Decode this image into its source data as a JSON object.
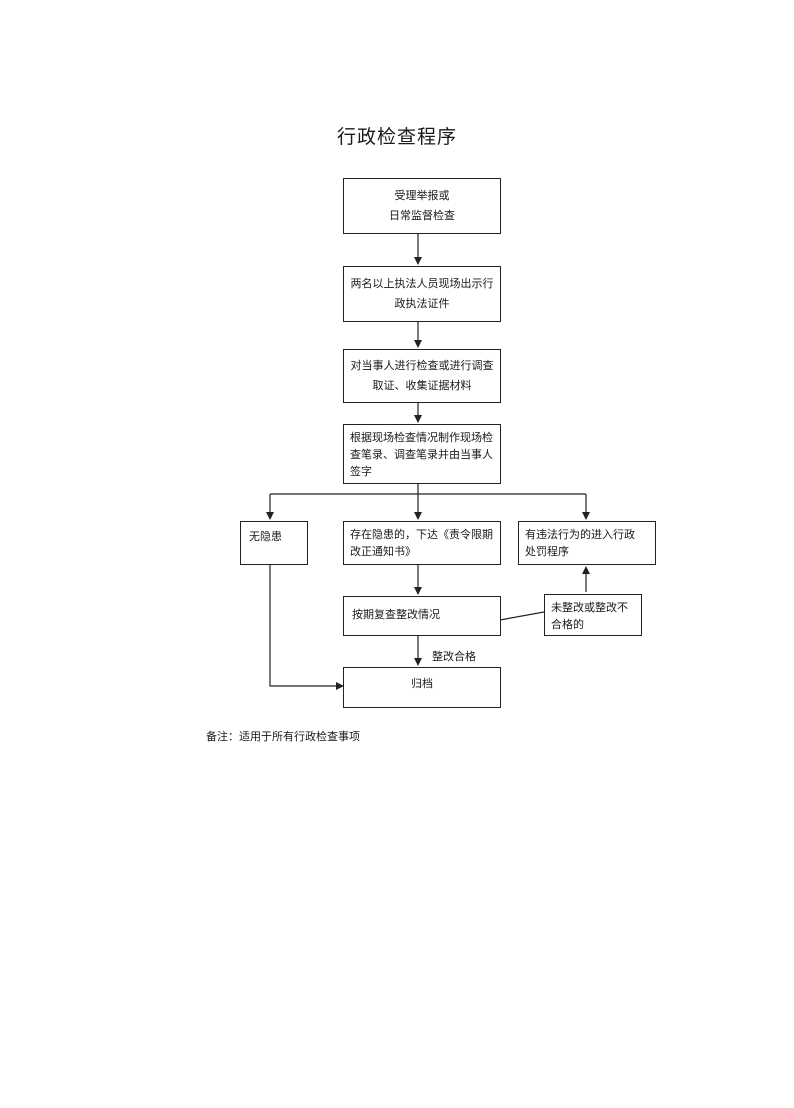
{
  "title": "行政检查程序",
  "nodes": {
    "n1": {
      "lines": [
        "受理举报或",
        "日常监督检查"
      ]
    },
    "n2": {
      "lines": [
        "两名以上执法人员现场出示行",
        "政执法证件"
      ]
    },
    "n3": {
      "lines": [
        "对当事人进行检查或进行调查",
        "取证、收集证据材料"
      ]
    },
    "n4": {
      "lines": [
        "根据现场检查情况制作现场检",
        "查笔录、调查笔录并由当事人",
        "签字"
      ]
    },
    "n5": {
      "lines": [
        "无隐患"
      ]
    },
    "n6": {
      "lines": [
        "存在隐患的，下达《责令限期",
        "改正通知书》"
      ]
    },
    "n7": {
      "lines": [
        "有违法行为的进入行政",
        "处罚程序"
      ]
    },
    "n8": {
      "lines": [
        "按期复查整改情况"
      ]
    },
    "n9": {
      "lines": [
        "未整改或整改不",
        "合格的"
      ]
    },
    "n10": {
      "lines": [
        "归档"
      ]
    }
  },
  "edge_labels": {
    "pass": "整改合格"
  },
  "note": "备注：适用于所有行政检查事项",
  "colors": {
    "stroke": "#222222"
  }
}
